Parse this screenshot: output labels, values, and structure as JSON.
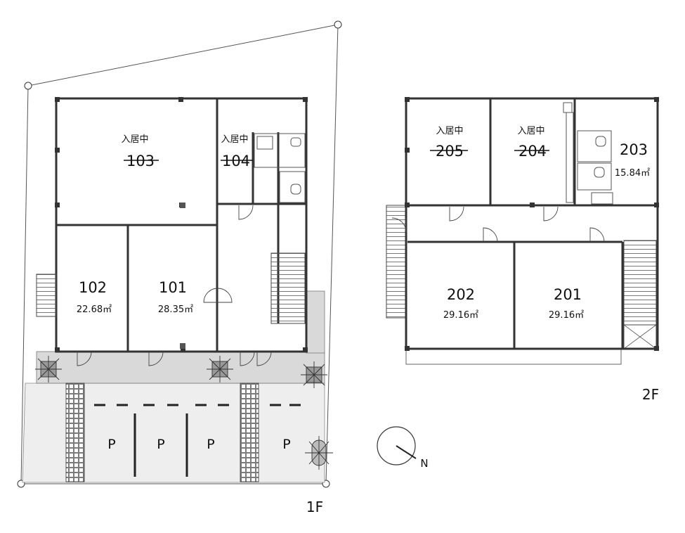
{
  "floor_labels": {
    "first": "1F",
    "second": "2F"
  },
  "north_label": "N",
  "occupied_label": "入居中",
  "rooms_1f": [
    {
      "id": "103",
      "area": "",
      "status": "入居中"
    },
    {
      "id": "104",
      "area": "",
      "status": "入居中"
    },
    {
      "id": "102",
      "area": "22.68㎡",
      "status": ""
    },
    {
      "id": "101",
      "area": "28.35㎡",
      "status": ""
    }
  ],
  "rooms_2f": [
    {
      "id": "205",
      "area": "",
      "status": "入居中"
    },
    {
      "id": "204",
      "area": "",
      "status": "入居中"
    },
    {
      "id": "203",
      "area": "15.84㎡",
      "status": ""
    },
    {
      "id": "202",
      "area": "29.16㎡",
      "status": ""
    },
    {
      "id": "201",
      "area": "29.16㎡",
      "status": ""
    }
  ],
  "parking": [
    "P",
    "P",
    "P",
    "P"
  ]
}
